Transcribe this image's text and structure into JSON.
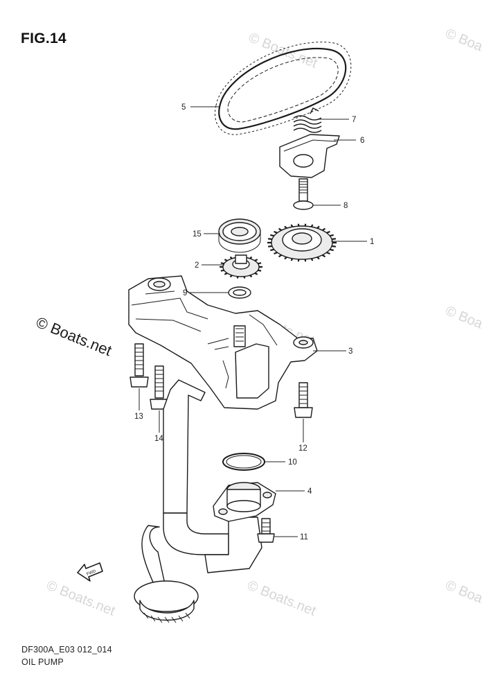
{
  "figure": {
    "title": "FIG.14",
    "code": "DF300A_E03 012_014",
    "name": "OIL PUMP"
  },
  "watermarks": {
    "light": "© Boats.net",
    "dark": "© Boats.net"
  },
  "callouts": [
    "1",
    "2",
    "3",
    "4",
    "5",
    "6",
    "7",
    "8",
    "9",
    "10",
    "11",
    "12",
    "13",
    "14",
    "15"
  ],
  "fwd_arrow": {
    "label": "FWD",
    "icon": "fwd-arrow-icon"
  }
}
